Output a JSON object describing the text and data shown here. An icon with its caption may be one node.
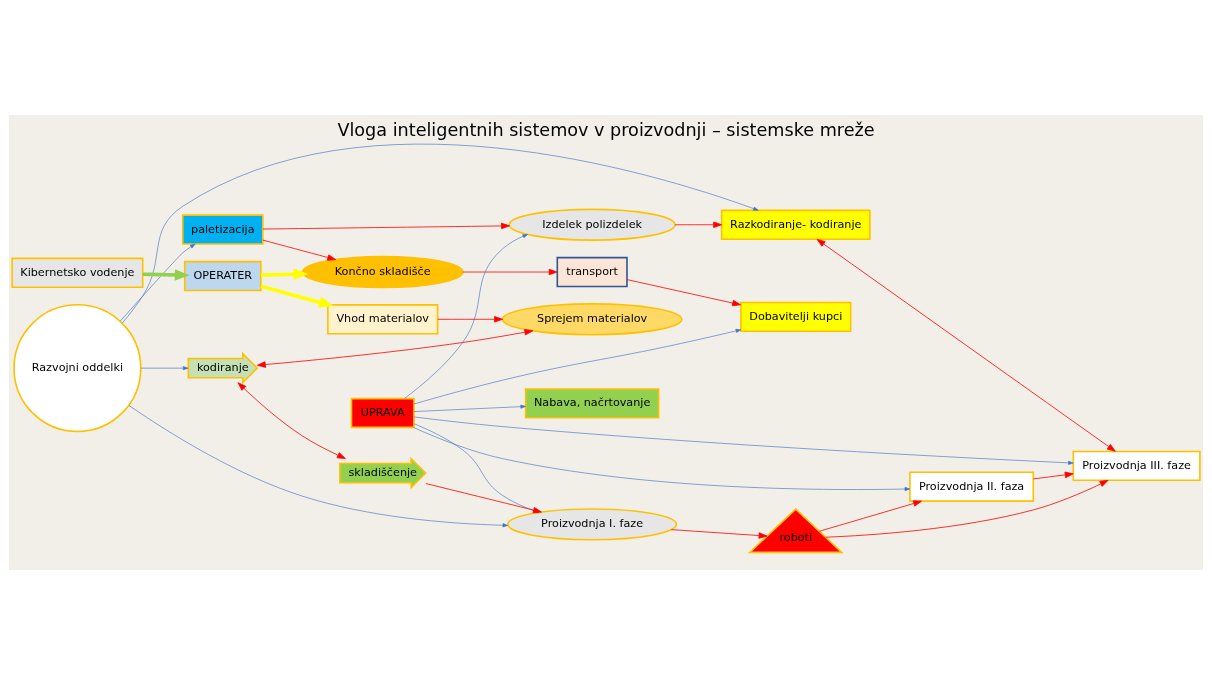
{
  "diagram": {
    "title": "Vloga inteligentnih sistemov v proizvodnji – sistemske mreže",
    "nodes": [
      {
        "text": [
          "Razvojni oddelki"
        ]
      },
      {
        "text": [
          "Kibernetsko vodenje"
        ]
      },
      {
        "text": [
          "transport"
        ]
      },
      {
        "text": [
          "Dobavitelji kupci"
        ]
      },
      {
        "text": [
          "Končno skladišče"
        ]
      },
      {
        "text": [
          "paletizacija"
        ]
      },
      {
        "text": [
          "Izdelek polizdelek"
        ]
      },
      {
        "text": [
          "OPERATER"
        ]
      },
      {
        "text": [
          "Razkodiranje- kodiranje"
        ]
      },
      {
        "text": [
          "UPRAVA"
        ]
      },
      {
        "text": [
          "roboti"
        ]
      },
      {
        "text": [
          "Proizvodnja III. faze"
        ]
      },
      {
        "text": [
          "Proizvodnja I. faze"
        ]
      },
      {
        "text": [
          "Proizvodnja II. faza"
        ]
      },
      {
        "text": [
          "kodiranje"
        ]
      },
      {
        "text": [
          "skladiščenje"
        ]
      },
      {
        "text": [
          "Nabava, načrtovanje"
        ]
      },
      {
        "text": [
          "Vhod materialov"
        ]
      },
      {
        "text": [
          "Sprejem materialov"
        ]
      }
    ],
    "edges": [
      {
        "from": 1,
        "to": 7,
        "arrow": "to",
        "style": "thick",
        "color": "#92d050"
      },
      {
        "from": 0,
        "to": 5,
        "arrow": "to",
        "color": "#4472c4"
      },
      {
        "from": 0,
        "to": 8,
        "arrow": "to",
        "color": "#4472c4"
      },
      {
        "from": 0,
        "to": 12,
        "arrow": "to",
        "color": "#4472c4"
      },
      {
        "from": 0,
        "to": 14,
        "arrow": "to",
        "color": "#4472c4"
      },
      {
        "from": 4,
        "to": 2,
        "arrow": "to"
      },
      {
        "from": 5,
        "to": 4,
        "arrow": "to"
      },
      {
        "from": 2,
        "to": 3,
        "arrow": "to"
      },
      {
        "from": 5,
        "to": 6,
        "arrow": "to"
      },
      {
        "from": 6,
        "to": 8,
        "arrow": "to"
      },
      {
        "from": 8,
        "to": 11,
        "arrow": "both"
      },
      {
        "from": 7,
        "to": 4,
        "arrow": "to",
        "style": "thick",
        "color": "#ffff00"
      },
      {
        "from": 7,
        "to": 17,
        "arrow": "to",
        "style": "thick",
        "color": "#ffff00"
      },
      {
        "from": 12,
        "to": 10,
        "arrow": "to"
      },
      {
        "from": 10,
        "to": 11,
        "arrow": "to"
      },
      {
        "from": 10,
        "to": 13,
        "arrow": "to"
      },
      {
        "from": 13,
        "to": 11,
        "arrow": "to"
      },
      {
        "from": 15,
        "to": 12,
        "arrow": "to"
      },
      {
        "from": 14,
        "to": 15,
        "arrow": "both"
      },
      {
        "from": 14,
        "to": 18,
        "arrow": "both"
      },
      {
        "from": 17,
        "to": 18,
        "arrow": "to"
      },
      {
        "from": 9,
        "to": 3,
        "arrow": "to",
        "color": "#4472c4"
      },
      {
        "from": 9,
        "to": 6,
        "arrow": "to",
        "color": "#4472c4"
      },
      {
        "from": 9,
        "to": 11,
        "arrow": "to",
        "color": "#4472c4"
      },
      {
        "from": 9,
        "to": 12,
        "arrow": "to",
        "color": "#4472c4"
      },
      {
        "from": 9,
        "to": 13,
        "arrow": "to",
        "color": "#4472c4"
      },
      {
        "from": 9,
        "to": 16,
        "arrow": "to",
        "color": "#4472c4"
      }
    ]
  }
}
